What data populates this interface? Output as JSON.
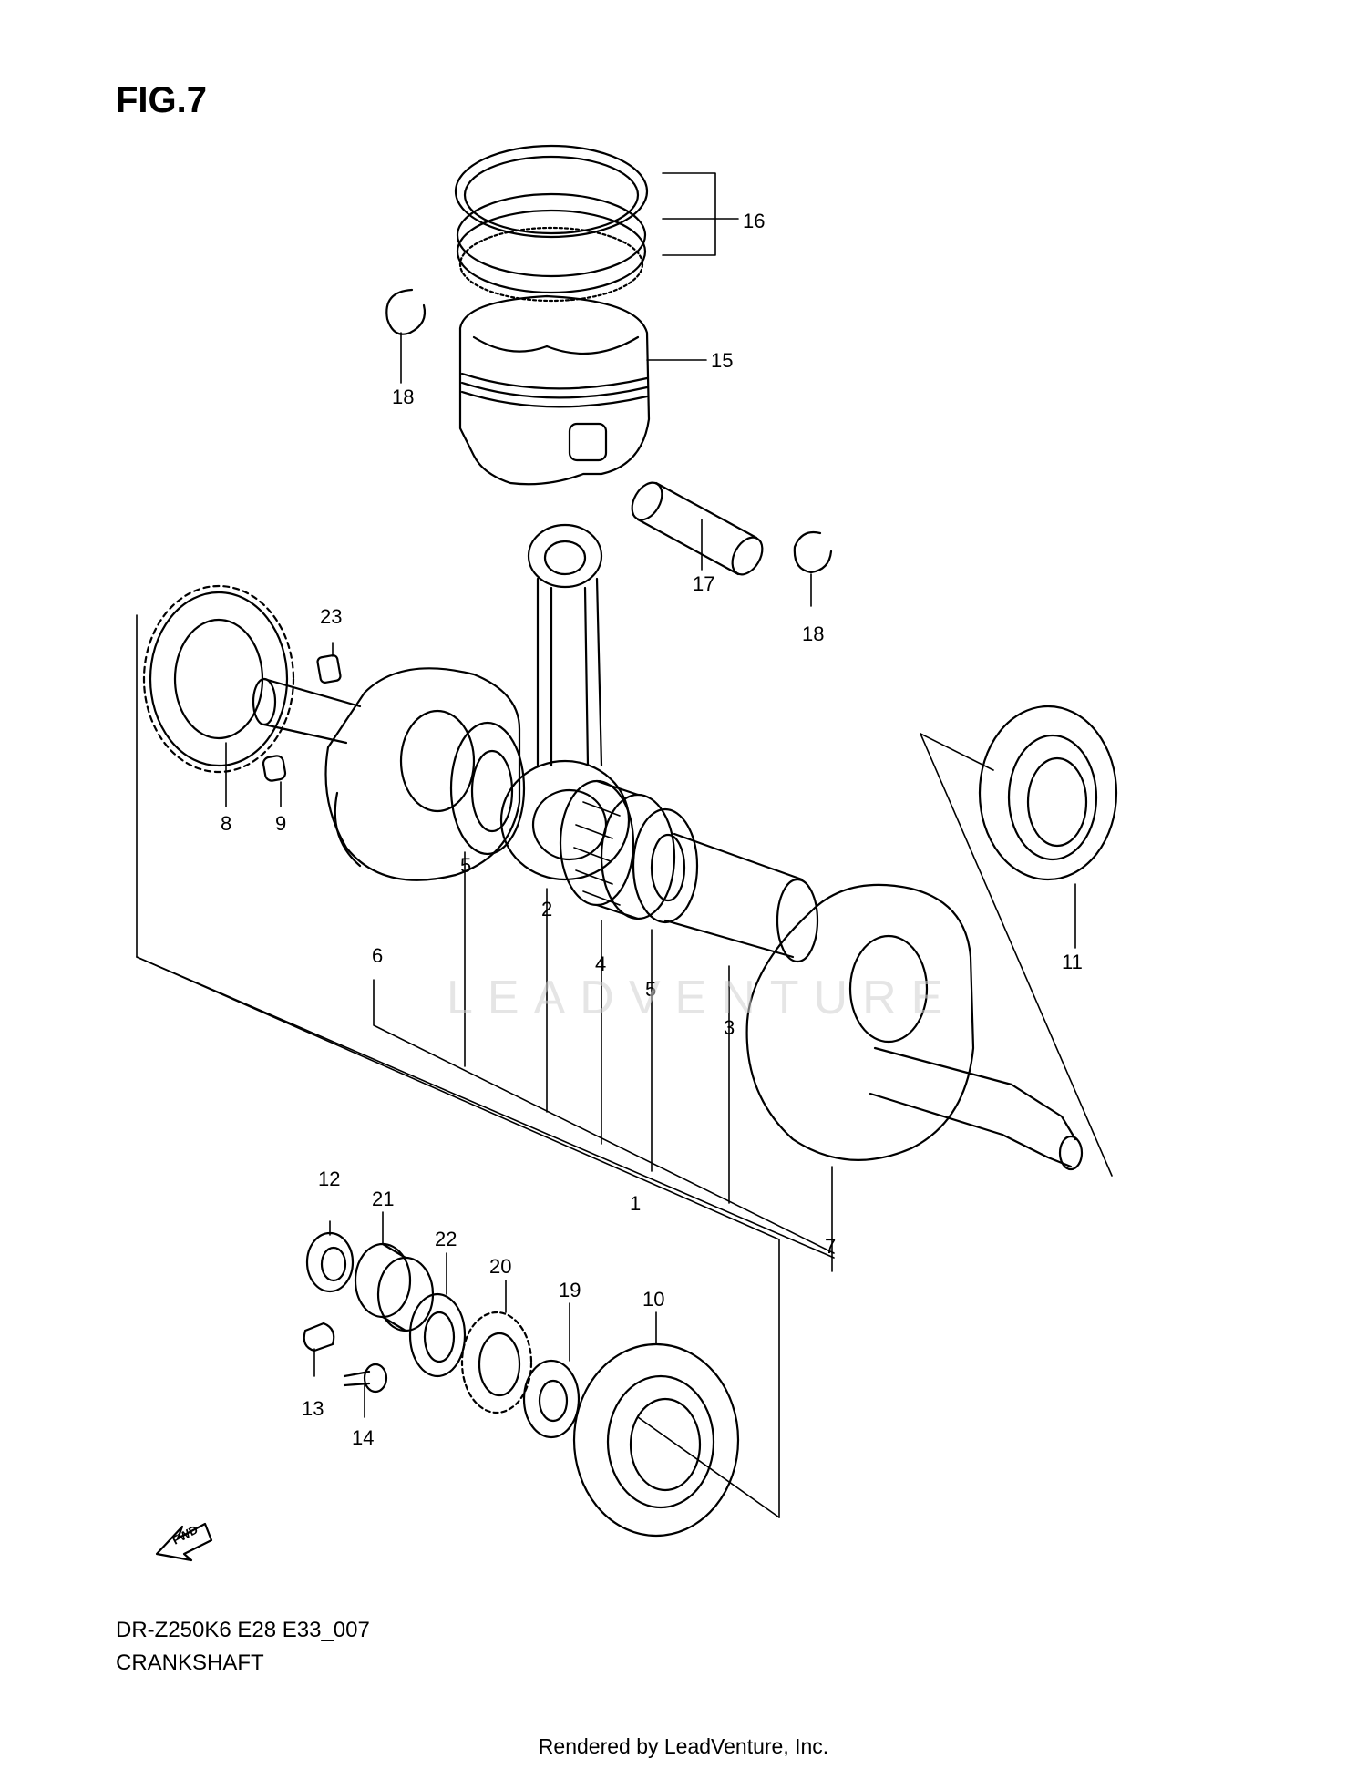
{
  "figure": {
    "title": "FIG.7",
    "model_code": "DR-Z250K6 E28 E33_007",
    "section_name": "CRANKSHAFT",
    "watermark": "LEADVENTURE",
    "fwd_label": "FWD"
  },
  "footer": "Rendered by LeadVenture, Inc.",
  "callouts": [
    "16",
    "15",
    "18",
    "18",
    "17",
    "23",
    "8",
    "9",
    "5",
    "6",
    "2",
    "4",
    "5",
    "3",
    "11",
    "1",
    "7",
    "12",
    "21",
    "22",
    "20",
    "19",
    "10",
    "13",
    "14"
  ]
}
